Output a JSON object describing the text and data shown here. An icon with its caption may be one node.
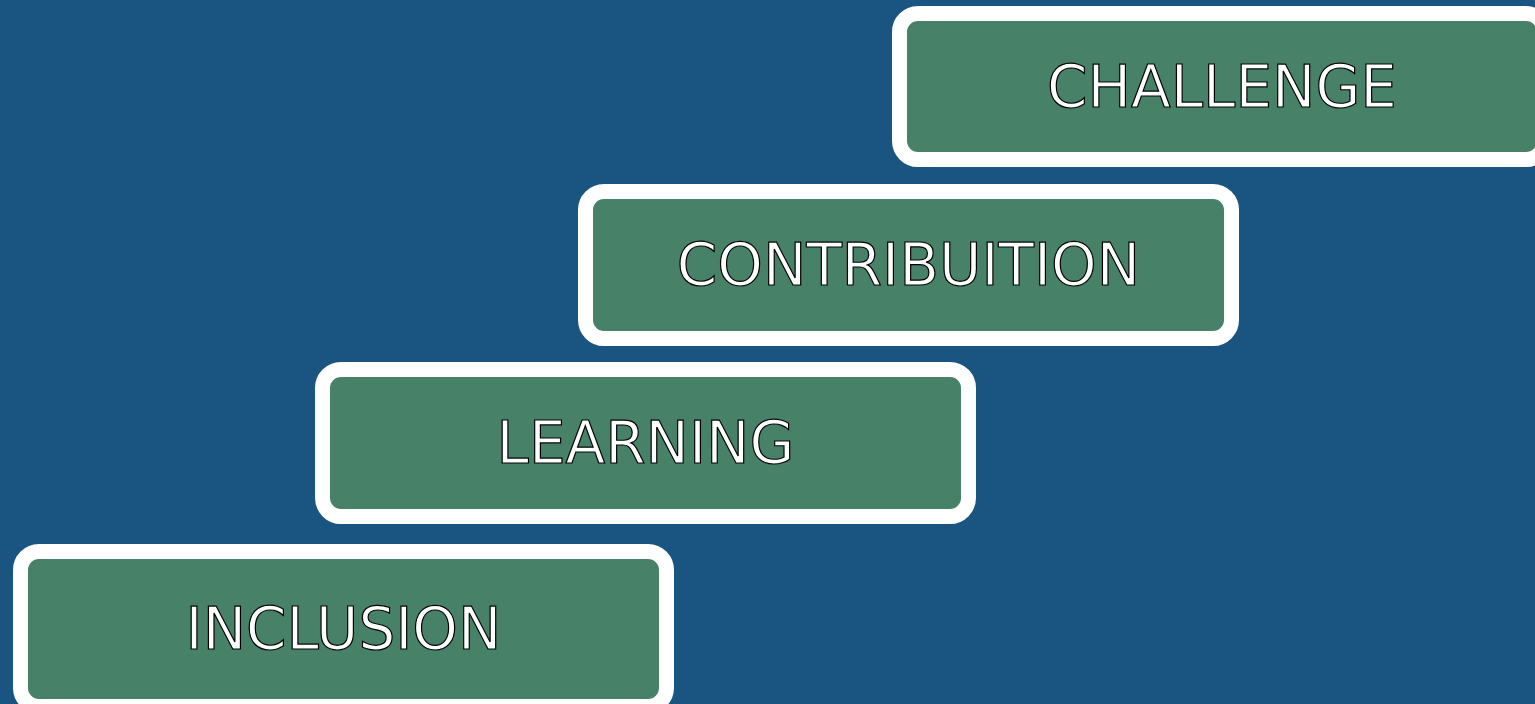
{
  "diagram": {
    "nodes": [
      {
        "text": [
          "CHALLENGE"
        ]
      },
      {
        "text": [
          "CONTRIBUITION"
        ]
      },
      {
        "text": [
          "LEARNING"
        ]
      },
      {
        "text": [
          "INCLUSION"
        ]
      }
    ]
  }
}
